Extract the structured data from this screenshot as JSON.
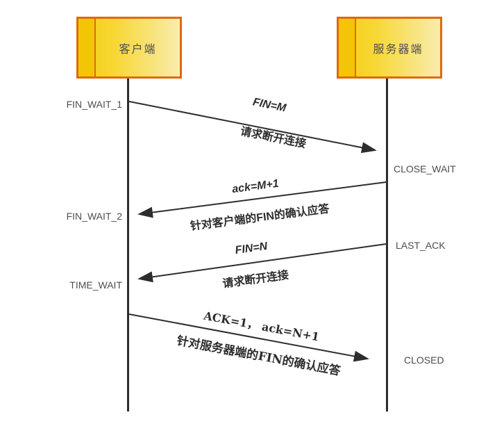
{
  "diagram": {
    "type": "tcp-connection-termination-sequence",
    "actors": [
      {
        "id": "client",
        "label": "客户端"
      },
      {
        "id": "server",
        "label": "服务器端"
      }
    ],
    "client_states": [
      {
        "label": "FIN_WAIT_1"
      },
      {
        "label": "FIN_WAIT_2"
      },
      {
        "label": "TIME_WAIT"
      }
    ],
    "server_states": [
      {
        "label": "CLOSE_WAIT"
      },
      {
        "label": "LAST_ACK"
      },
      {
        "label": "CLOSED"
      }
    ],
    "messages": [
      {
        "label": "FIN=M",
        "desc": "请求断开连接",
        "from": "client",
        "to": "server"
      },
      {
        "label": "ack=M+1",
        "desc": "针对客户端的FIN的确认应答",
        "from": "server",
        "to": "client"
      },
      {
        "label": "FIN=N",
        "desc": "请求断开连接",
        "from": "server",
        "to": "client"
      },
      {
        "label": "ACK=1， ack=N+1",
        "desc": "针对服务器端的FIN的确认应答",
        "from": "client",
        "to": "server"
      }
    ],
    "colors": {
      "box_border": "#e2680c",
      "box_strip": "#f2c606",
      "box_gradient_start": "#f6cd15",
      "box_gradient_end": "#f9ecae",
      "line": "#2d2d2d",
      "state_text": "#4d4d4d"
    }
  }
}
